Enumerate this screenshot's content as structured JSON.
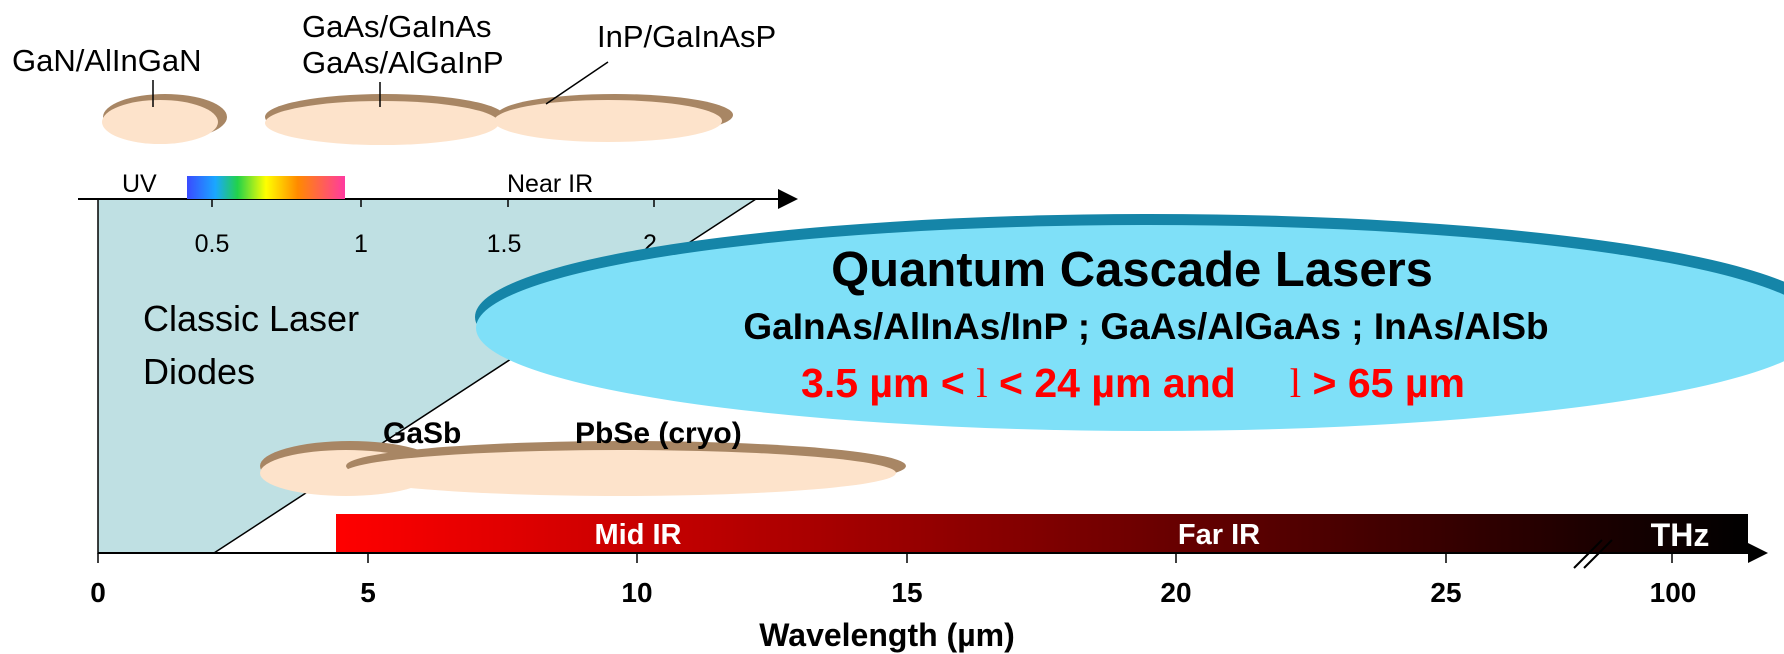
{
  "colors": {
    "classic_fill": "#bfe0e3",
    "qcl_fill": "#7fe0f8",
    "qcl_shadow": "#1585a8",
    "blob_fill": "#fde3cb",
    "blob_shadow": "#a88664",
    "qcl_numbers": "#ff0000",
    "ir_bar_start": "#ff0000",
    "ir_bar_end": "#000000"
  },
  "materials_top": {
    "gan": "GaN/AlInGaN",
    "gaas_line1": "GaAs/GaInAs",
    "gaas_line2": "GaAs/AlGaInP",
    "inp": "InP/GaInAsP"
  },
  "top_axis": {
    "uv_label": "UV",
    "near_ir_label": "Near IR",
    "ticks": [
      "0.5",
      "1",
      "1.5",
      "2"
    ]
  },
  "classic": {
    "line1": "Classic Laser",
    "line2": "Diodes"
  },
  "qcl": {
    "title": "Quantum Cascade Lasers",
    "materials": "GaInAs/AlInAs/InP ; GaAs/AlGaAs ; InAs/AlSb",
    "range_part1": "3.5 µm < ",
    "lambda1": "l",
    "range_part2": " < 24 µm and",
    "lambda2": "l",
    "range_part3": " > 65 µm"
  },
  "lower_materials": {
    "gasb": "GaSb",
    "pbse": "PbSe (cryo)"
  },
  "ir_bar": {
    "mid_ir": "Mid IR",
    "far_ir": "Far IR",
    "thz": "THz"
  },
  "bottom_axis": {
    "ticks": [
      "0",
      "5",
      "10",
      "15",
      "20",
      "25",
      "100"
    ],
    "title": "Wavelength (µm)"
  }
}
